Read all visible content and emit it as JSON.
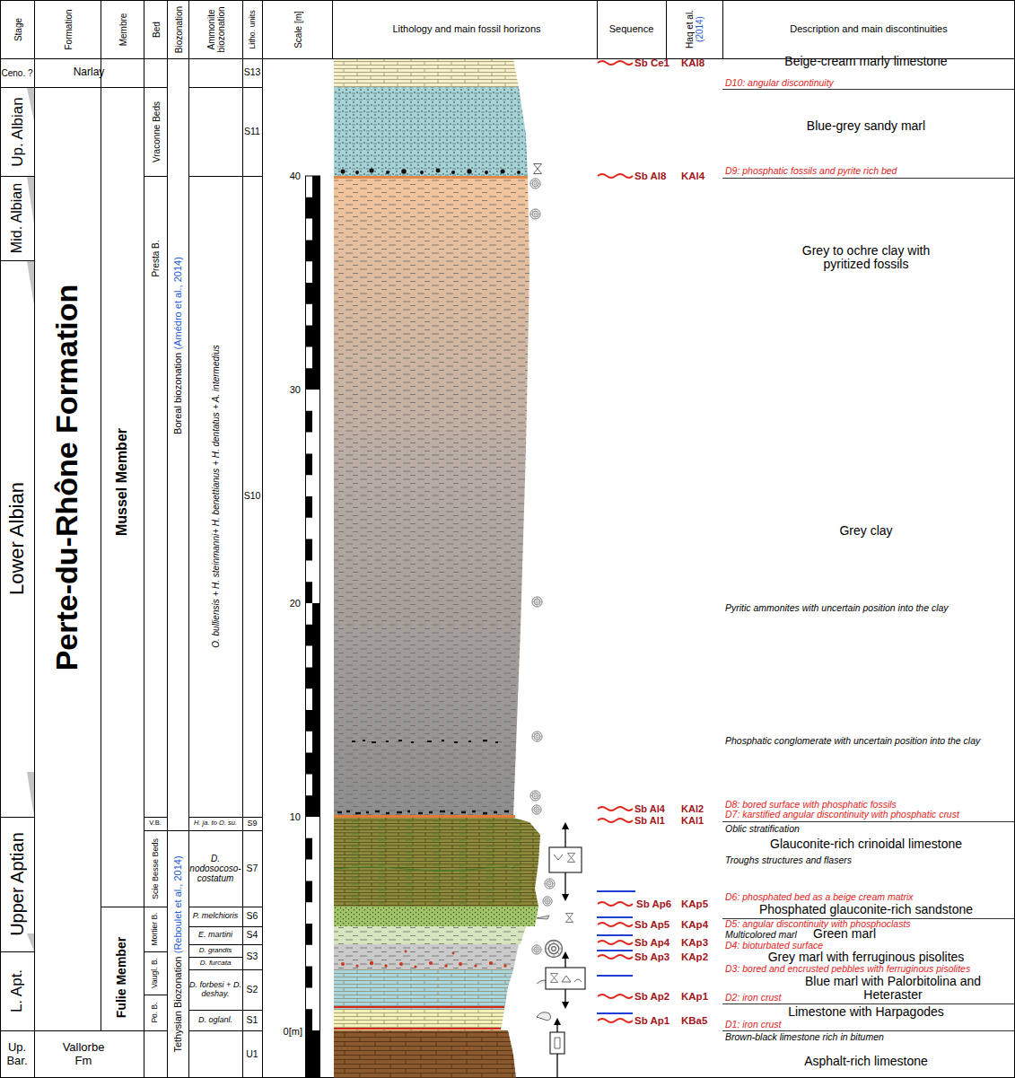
{
  "diagram": {
    "labels": [
      "Stage",
      "Formation",
      "Membre",
      "Bed",
      "Biozonation",
      "Ammonite biozonation",
      "Litho. units",
      "Scale [m]",
      "Lithology and main fossil horizons",
      "Sequence",
      "Haq et al.",
      "(2014)",
      "Description and main discontinuities",
      "Ceno. ?",
      "Up. Albian",
      "Mid. Albian",
      "Lower Albian",
      "Upper Aptian",
      "L. Apt.",
      "Up. Bar.",
      "Narlay",
      "Perte-du-Rhône Formation",
      "Vallorbe Fm",
      "Mussel Member",
      "Fulie Member",
      "Vraconne Beds",
      "Presta B.",
      "V.B.",
      "Scie Besse Beds",
      "Mortier B.",
      "Vaugl. B.",
      "Po. B.",
      "Boreal biozonation",
      "(Amédro et al., 2014)",
      "Tethysian Biozonation",
      "(Reboulet et al., 2014)",
      "O. bulliensis + H. steinmanni+ H. benettianus + H. dentatus + A. intermedius",
      "H. ja. to O. su.",
      "D. nodosocoso-costatum",
      "P. melchioris",
      "E. martini",
      "D. grandis",
      "D. furcata",
      "D. forbesi + D. deshay.",
      "D. oglanl.",
      "S13",
      "S11",
      "S10",
      "S9",
      "S7",
      "S6",
      "S4",
      "S3",
      "S2",
      "S1",
      "U1",
      "40",
      "30",
      "20",
      "10",
      "0[m]",
      "Sb Ce1",
      "Sb Al8",
      "Sb Al4",
      "Sb Al1",
      "Sb Ap6",
      "Sb Ap5",
      "Sb Ap4",
      "Sb Ap3",
      "Sb Ap2",
      "Sb Ap1",
      "KAl8",
      "KAl4",
      "KAl2",
      "KAl1",
      "KAp5",
      "KAp4",
      "KAp3",
      "KAp2",
      "KAp1",
      "KBa5",
      "Beige-cream marly limestone",
      "D10: angular discontinuity",
      "Blue-grey sandy marl",
      "D9: phosphatic fossils and pyrite rich bed",
      "Grey to ochre clay with pyritized fossils",
      "Grey clay",
      "Pyritic ammonites with uncertain position into the clay",
      "Phosphatic conglomerate with uncertain position into the clay",
      "D8: bored surface with phosphatic fossils",
      "D7: karstified angular discontinuity with phosphatic crust",
      "Oblic stratification",
      "Glauconite-rich crinoidal limestone",
      "Troughs structures and flasers",
      "D6: phosphated bed as a beige cream matrix",
      "Phosphated glauconite-rich sandstone",
      "D5: angular discontinuity with phosphoclasts",
      "Multicolored marl",
      "Green marl",
      "D4: bioturbated surface",
      "Grey marl with ferruginous pisolites",
      "D3: bored and encrusted pebbles with ferruginous pisolites",
      "Blue marl with Palorbitolina and Heteraster",
      "D2: iron crust",
      "Limestone with Harpagodes",
      "D1: iron crust",
      "Brown-black limestone rich in bitumen",
      "Asphalt-rich limestone"
    ]
  }
}
